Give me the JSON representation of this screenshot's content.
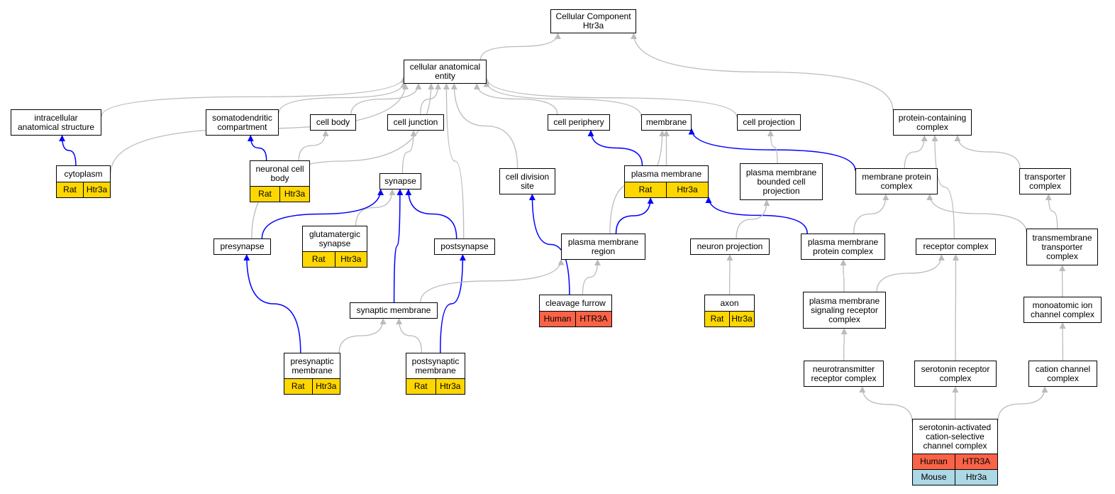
{
  "colors": {
    "edge_default": "#bbbbbb",
    "edge_highlight": "#0000ff",
    "Rat": "#ffd700",
    "Human": "#fa6347",
    "Mouse": "#add8e6"
  },
  "nodes": {
    "root": {
      "label": "Cellular Component\nHtr3a"
    },
    "cae": {
      "label": "cellular anatomical\nentity"
    },
    "intracellular": {
      "label": "intracellular\nanatomical structure"
    },
    "somatodendritic": {
      "label": "somatodendritic\ncompartment"
    },
    "cellbody": {
      "label": "cell body"
    },
    "celljunction": {
      "label": "cell junction"
    },
    "cellperiphery": {
      "label": "cell periphery"
    },
    "membrane": {
      "label": "membrane"
    },
    "cellprojection": {
      "label": "cell projection"
    },
    "pcc": {
      "label": "protein-containing\ncomplex"
    },
    "cytoplasm": {
      "label": "cytoplasm",
      "annotations": [
        {
          "species": "Rat",
          "gene": "Htr3a"
        }
      ]
    },
    "ncb": {
      "label": "neuronal cell\nbody",
      "annotations": [
        {
          "species": "Rat",
          "gene": "Htr3a"
        }
      ]
    },
    "synapse": {
      "label": "synapse"
    },
    "cds": {
      "label": "cell division\nsite"
    },
    "pm": {
      "label": "plasma membrane",
      "annotations": [
        {
          "species": "Rat",
          "gene": "Htr3a"
        }
      ]
    },
    "pmbcp": {
      "label": "plasma membrane\nbounded cell\nprojection"
    },
    "mpc": {
      "label": "membrane protein\ncomplex"
    },
    "transporter": {
      "label": "transporter\ncomplex"
    },
    "presynapse": {
      "label": "presynapse"
    },
    "glut": {
      "label": "glutamatergic\nsynapse",
      "annotations": [
        {
          "species": "Rat",
          "gene": "Htr3a"
        }
      ]
    },
    "postsynapse": {
      "label": "postsynapse"
    },
    "pmr": {
      "label": "plasma membrane\nregion"
    },
    "neuronproj": {
      "label": "neuron projection"
    },
    "pmpc": {
      "label": "plasma membrane\nprotein complex"
    },
    "receptor": {
      "label": "receptor complex"
    },
    "tmtc": {
      "label": "transmembrane\ntransporter\ncomplex"
    },
    "cleavage": {
      "label": "cleavage furrow",
      "annotations": [
        {
          "species": "Human",
          "gene": "HTR3A"
        }
      ]
    },
    "synmem": {
      "label": "synaptic membrane"
    },
    "axon": {
      "label": "axon",
      "annotations": [
        {
          "species": "Rat",
          "gene": "Htr3a"
        }
      ]
    },
    "pmsrc": {
      "label": "plasma membrane\nsignaling receptor\ncomplex"
    },
    "moicc": {
      "label": "monoatomic ion\nchannel complex"
    },
    "presynmem": {
      "label": "presynaptic\nmembrane",
      "annotations": [
        {
          "species": "Rat",
          "gene": "Htr3a"
        }
      ]
    },
    "postsynmem": {
      "label": "postsynaptic\nmembrane",
      "annotations": [
        {
          "species": "Rat",
          "gene": "Htr3a"
        }
      ]
    },
    "ntrc": {
      "label": "neurotransmitter\nreceptor complex"
    },
    "src": {
      "label": "serotonin receptor\ncomplex"
    },
    "ccc": {
      "label": "cation channel\ncomplex"
    },
    "sacscc": {
      "label": "serotonin-activated\ncation-selective\nchannel complex",
      "annotations": [
        {
          "species": "Human",
          "gene": "HTR3A"
        },
        {
          "species": "Mouse",
          "gene": "Htr3a"
        }
      ]
    }
  },
  "edges": [
    {
      "from": "cae",
      "to": "root",
      "kind": "default"
    },
    {
      "from": "pcc",
      "to": "root",
      "kind": "default"
    },
    {
      "from": "intracellular",
      "to": "cae",
      "kind": "default"
    },
    {
      "from": "somatodendritic",
      "to": "cae",
      "kind": "default"
    },
    {
      "from": "cellbody",
      "to": "cae",
      "kind": "default"
    },
    {
      "from": "celljunction",
      "to": "cae",
      "kind": "default"
    },
    {
      "from": "cellperiphery",
      "to": "cae",
      "kind": "default"
    },
    {
      "from": "membrane",
      "to": "cae",
      "kind": "default"
    },
    {
      "from": "cellprojection",
      "to": "cae",
      "kind": "default"
    },
    {
      "from": "cytoplasm",
      "to": "cae",
      "kind": "default"
    },
    {
      "from": "presynapse",
      "to": "cae",
      "kind": "default"
    },
    {
      "from": "postsynapse",
      "to": "cae",
      "kind": "default"
    },
    {
      "from": "cds",
      "to": "cae",
      "kind": "default"
    },
    {
      "from": "cytoplasm",
      "to": "intracellular",
      "kind": "highlight"
    },
    {
      "from": "ncb",
      "to": "somatodendritic",
      "kind": "highlight"
    },
    {
      "from": "ncb",
      "to": "cellbody",
      "kind": "default"
    },
    {
      "from": "synapse",
      "to": "celljunction",
      "kind": "default"
    },
    {
      "from": "pm",
      "to": "cellperiphery",
      "kind": "highlight"
    },
    {
      "from": "pm",
      "to": "membrane",
      "kind": "default"
    },
    {
      "from": "pmr",
      "to": "membrane",
      "kind": "default"
    },
    {
      "from": "mpc",
      "to": "membrane",
      "kind": "highlight"
    },
    {
      "from": "pmbcp",
      "to": "cellprojection",
      "kind": "default"
    },
    {
      "from": "mpc",
      "to": "pcc",
      "kind": "default"
    },
    {
      "from": "receptor",
      "to": "pcc",
      "kind": "default"
    },
    {
      "from": "transporter",
      "to": "pcc",
      "kind": "default"
    },
    {
      "from": "presynapse",
      "to": "synapse",
      "kind": "highlight"
    },
    {
      "from": "glut",
      "to": "synapse",
      "kind": "default"
    },
    {
      "from": "synmem",
      "to": "synapse",
      "kind": "highlight"
    },
    {
      "from": "postsynapse",
      "to": "synapse",
      "kind": "highlight"
    },
    {
      "from": "cleavage",
      "to": "cds",
      "kind": "highlight"
    },
    {
      "from": "pmr",
      "to": "pm",
      "kind": "highlight"
    },
    {
      "from": "pmpc",
      "to": "pm",
      "kind": "highlight"
    },
    {
      "from": "neuronproj",
      "to": "pmbcp",
      "kind": "default"
    },
    {
      "from": "pmpc",
      "to": "mpc",
      "kind": "default"
    },
    {
      "from": "tmtc",
      "to": "mpc",
      "kind": "default"
    },
    {
      "from": "tmtc",
      "to": "transporter",
      "kind": "default"
    },
    {
      "from": "presynmem",
      "to": "presynapse",
      "kind": "highlight"
    },
    {
      "from": "postsynmem",
      "to": "postsynapse",
      "kind": "highlight"
    },
    {
      "from": "synmem",
      "to": "pmr",
      "kind": "default"
    },
    {
      "from": "cleavage",
      "to": "pmr",
      "kind": "default"
    },
    {
      "from": "axon",
      "to": "neuronproj",
      "kind": "default"
    },
    {
      "from": "pmsrc",
      "to": "pmpc",
      "kind": "default"
    },
    {
      "from": "pmsrc",
      "to": "receptor",
      "kind": "default"
    },
    {
      "from": "src",
      "to": "receptor",
      "kind": "default"
    },
    {
      "from": "moicc",
      "to": "tmtc",
      "kind": "default"
    },
    {
      "from": "presynmem",
      "to": "synmem",
      "kind": "default"
    },
    {
      "from": "postsynmem",
      "to": "synmem",
      "kind": "default"
    },
    {
      "from": "ntrc",
      "to": "pmsrc",
      "kind": "default"
    },
    {
      "from": "ccc",
      "to": "moicc",
      "kind": "default"
    },
    {
      "from": "sacscc",
      "to": "ntrc",
      "kind": "default"
    },
    {
      "from": "sacscc",
      "to": "src",
      "kind": "default"
    },
    {
      "from": "sacscc",
      "to": "ccc",
      "kind": "default"
    }
  ]
}
